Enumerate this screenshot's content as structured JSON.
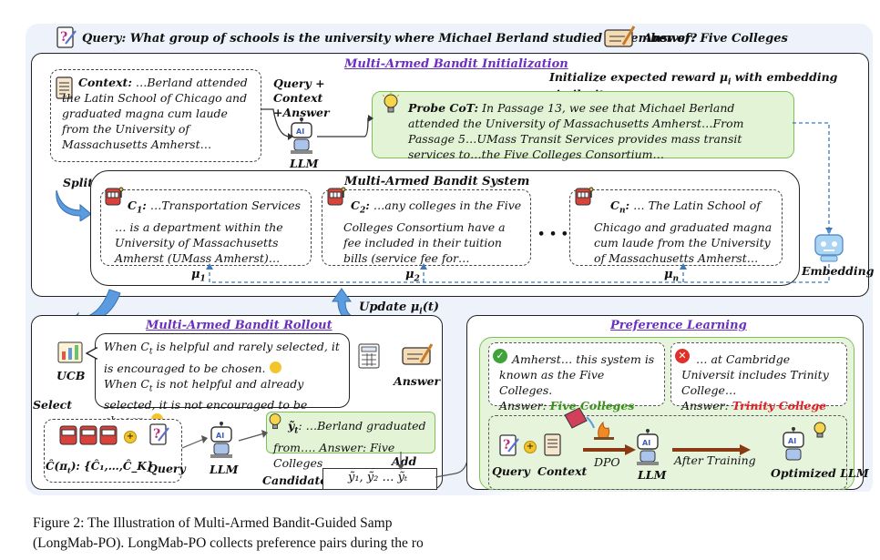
{
  "header": {
    "query": "Query: What group of schools is the university where Michael Berland studied a member of?",
    "answer": "Answer:  Five Colleges"
  },
  "init_panel": {
    "title": "Multi-Armed Bandit Initialization",
    "subtitle": "Initialize expected reward",
    "subtitle_sym": "μ",
    "subtitle_sub": "i",
    "subtitle_tail": "with embedding similarity",
    "context_label": "Context:",
    "context_text": " …Berland attended the Latin School of Chicago and graduated magna cum laude from the University of Massachusetts Amherst…",
    "query_context": "Query + Context +Answer",
    "llm": "LLM",
    "probe_label": "Probe CoT:",
    "probe_text": " In Passage 13, we see that Michael Berland attended the University of Massachusetts Amherst…From Passage 5…UMass Transit Services provides mass transit services to…the Five Colleges Consortium…",
    "split": "Split",
    "system_title": "Multi-Armed Bandit System",
    "chunks": [
      {
        "label": "C",
        "sub": "1",
        "text": " …Transportation Services … is a department within the University of Massachusetts Amherst (UMass Amherst)…",
        "mu": "μ",
        "mu_sub": "1"
      },
      {
        "label": "C",
        "sub": "2",
        "text": " …any colleges in the Five Colleges Consortium have a fee included in their tuition bills (service fee for…",
        "mu": "μ",
        "mu_sub": "2"
      },
      {
        "label": "C",
        "sub": "n",
        "text": " … The Latin School of Chicago and graduated magna cum laude from the University of Massachusetts Amherst…",
        "mu": "μ",
        "mu_sub": "n"
      }
    ],
    "ellipsis": "• • •",
    "embedding": "Embedding"
  },
  "update": "Update μ",
  "update_sub": "i",
  "update_tail": "(t)",
  "rollout": {
    "title": "Multi-Armed Bandit Rollout",
    "ucb": "UCB",
    "select": "Select",
    "bubble_line1": "When C",
    "bubble_line1_sub": "t",
    "bubble_line1_tail": " is helpful and rarely selected, it is encouraged to be chosen.",
    "bubble_line2": "When C",
    "bubble_line2_sub": "t",
    "bubble_line2_tail": " is not helpful and already selected, it is not encouraged to be chosen.",
    "answer": "Answer",
    "selected_set": "Ĉ(π",
    "selected_set_tail": "): {Ĉ₁,…,Ĉ_K}",
    "query": "Query",
    "llm": "LLM",
    "response_label": "ỹ",
    "response_sub": "t",
    "response_text": ": …Berland graduated from…. Answer: Five Colleges",
    "add": "Add",
    "candidate": "Candidate",
    "candidate_set": "ỹ₁, ỹ₂ … ỹₜ"
  },
  "preference": {
    "title": "Preference Learning",
    "good_text": "Amherst… this system is known as the Five Colleges.",
    "good_answer_prefix": "Answer: ",
    "good_answer": "Five Colleges",
    "bad_text": "… at Cambridge Universit includes Trinity College…",
    "bad_answer_prefix": "Answer: ",
    "bad_answer": "Trinity College",
    "query": "Query",
    "context": "Context",
    "dpo": "DPO",
    "llm": "LLM",
    "after_training": "After Training",
    "optimized": "Optimized LLM"
  },
  "caption": {
    "line1": "Figure 2: The Illustration of Multi-Armed Bandit-Guided Samp",
    "line2": "(LongMab-PO). LongMab-PO collects preference pairs during the ro"
  },
  "colors": {
    "purple": "#6a2fbf",
    "green_answer": "#3a8f1f",
    "red_answer": "#e0202a",
    "green_fill": "#e3f3d6",
    "blue_arrow": "#4f8fd6",
    "dash_blue": "#3b79b8"
  }
}
